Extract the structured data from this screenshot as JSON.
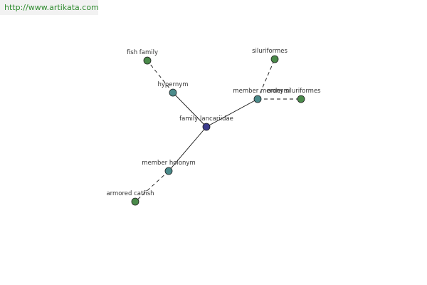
{
  "header": {
    "url": "http://www.artikata.com"
  },
  "graph": {
    "colors": {
      "center": "#3c3c8c",
      "relation": "#4a8a8a",
      "leaf": "#4a8a4a"
    },
    "nodes": [
      {
        "id": "center",
        "label": "family lancariidae",
        "kind": "center"
      },
      {
        "id": "hypernym",
        "label": "hypernym",
        "kind": "relation"
      },
      {
        "id": "fish-family",
        "label": "fish family",
        "kind": "leaf"
      },
      {
        "id": "member-meronym",
        "label": "member meronym",
        "kind": "relation"
      },
      {
        "id": "siluriformes",
        "label": "siluriformes",
        "kind": "leaf"
      },
      {
        "id": "order-siluriformes",
        "label": "order siluriformes",
        "kind": "leaf"
      },
      {
        "id": "member-holonym",
        "label": "member holonym",
        "kind": "relation"
      },
      {
        "id": "armored-catfish",
        "label": "armored catfish",
        "kind": "leaf"
      }
    ],
    "edges": [
      {
        "from": "center",
        "to": "hypernym",
        "style": "solid"
      },
      {
        "from": "hypernym",
        "to": "fish-family",
        "style": "dashed"
      },
      {
        "from": "center",
        "to": "member-meronym",
        "style": "solid"
      },
      {
        "from": "member-meronym",
        "to": "siluriformes",
        "style": "dashed"
      },
      {
        "from": "member-meronym",
        "to": "order-siluriformes",
        "style": "dashed"
      },
      {
        "from": "center",
        "to": "member-holonym",
        "style": "solid"
      },
      {
        "from": "member-holonym",
        "to": "armored-catfish",
        "style": "dashed"
      }
    ]
  }
}
